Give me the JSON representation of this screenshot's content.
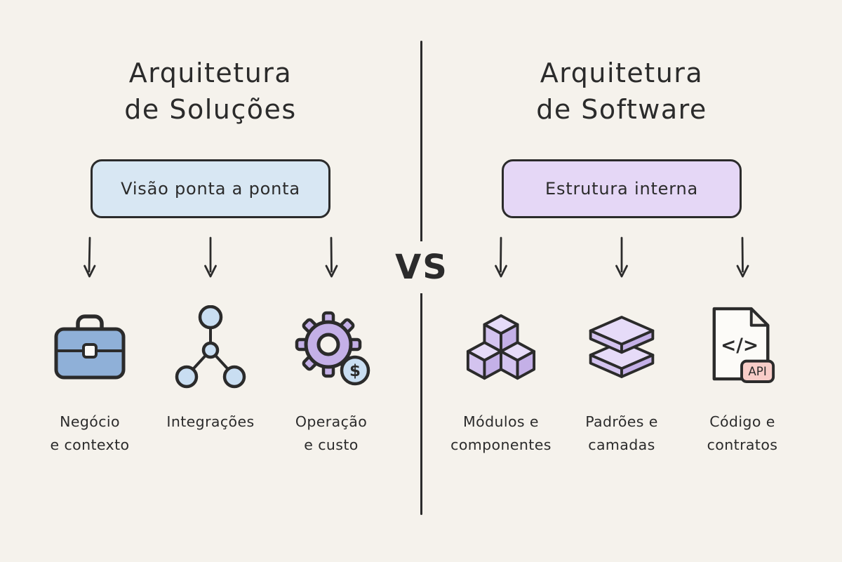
{
  "colors": {
    "bg": "#f5f2ec",
    "ink": "#2b2b2b",
    "box-blue": "#d8e7f3",
    "box-purple": "#e5d7f6",
    "icon-blue": "#8fb0d8",
    "icon-blue-light": "#c9def2",
    "icon-purple": "#c4b0e7",
    "icon-purple-light": "#d3c3ef",
    "icon-purple-top": "#e6dbf8",
    "paper": "#fcfbf8",
    "pink": "#f8cdc8"
  },
  "center": {
    "vs_label": "VS"
  },
  "left": {
    "title_line1": "Arquitetura",
    "title_line2": "de Soluções",
    "box_label": "Visão ponta a ponta",
    "items": [
      {
        "icon": "briefcase-icon",
        "label_line1": "Negócio",
        "label_line2": "e contexto"
      },
      {
        "icon": "network-icon",
        "label_line1": "Integrações",
        "label_line2": ""
      },
      {
        "icon": "gear-dollar-icon",
        "label_line1": "Operação",
        "label_line2": "e custo",
        "dollar_sign": "$"
      }
    ]
  },
  "right": {
    "title_line1": "Arquitetura",
    "title_line2": "de Software",
    "box_label": "Estrutura interna",
    "items": [
      {
        "icon": "cubes-icon",
        "label_line1": "Módulos e",
        "label_line2": "componentes"
      },
      {
        "icon": "layers-icon",
        "label_line1": "Padrões e",
        "label_line2": "camadas"
      },
      {
        "icon": "code-file-icon",
        "label_line1": "Código e",
        "label_line2": "contratos",
        "code_glyph": "</>",
        "badge": "API"
      }
    ]
  }
}
